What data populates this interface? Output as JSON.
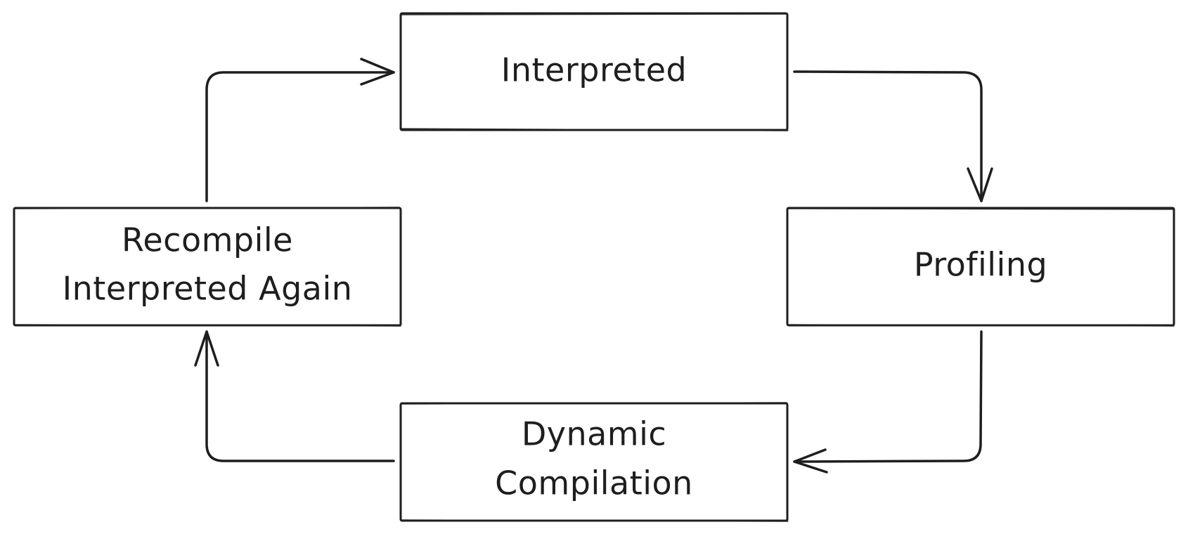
{
  "diagram": {
    "nodes": {
      "interpreted": {
        "label": "Interpreted"
      },
      "profiling": {
        "label": "Profiling"
      },
      "dynamic_compilation": {
        "line1": "Dynamic",
        "line2": "Compilation"
      },
      "recompile": {
        "line1": "Recompile",
        "line2": "Interpreted Again"
      }
    },
    "edges": [
      {
        "from": "Interpreted",
        "to": "Profiling"
      },
      {
        "from": "Profiling",
        "to": "Dynamic Compilation"
      },
      {
        "from": "Dynamic Compilation",
        "to": "Recompile Interpreted Again"
      },
      {
        "from": "Recompile Interpreted Again",
        "to": "Interpreted"
      }
    ]
  }
}
